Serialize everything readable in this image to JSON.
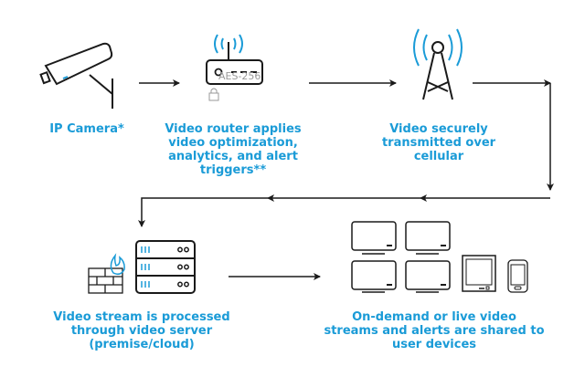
{
  "steps": [
    {
      "id": "camera",
      "lines": [
        "IP Camera*"
      ],
      "icon": "security-camera-icon"
    },
    {
      "id": "router",
      "lines": [
        "Video router applies",
        "video optimization,",
        "analytics, and alert",
        "triggers**"
      ],
      "icon": "router-icon",
      "badge": "AES-256"
    },
    {
      "id": "cellular",
      "lines": [
        "Video securely",
        "transmitted over",
        "cellular"
      ],
      "icon": "cell-tower-icon"
    },
    {
      "id": "server",
      "lines": [
        "Video stream is processed",
        "through video server",
        "(premise/cloud)"
      ],
      "icon": "server-icon"
    },
    {
      "id": "devices",
      "lines": [
        "On-demand or live video",
        "streams and alerts are shared to",
        "user devices"
      ],
      "icon": "devices-icon"
    }
  ],
  "colors": {
    "accent": "#1a9bd7",
    "stroke": "#1a1a1a",
    "muted": "#9a9a9a"
  }
}
